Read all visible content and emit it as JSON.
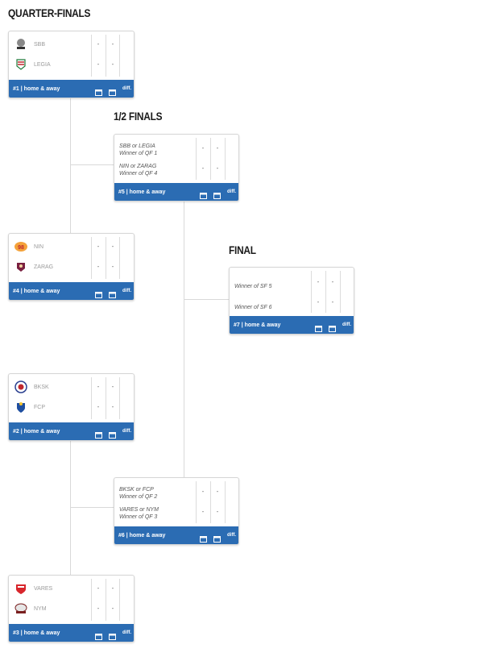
{
  "rounds": {
    "qf": "QUARTER-FINALS",
    "sf": "1/2 FINALS",
    "final": "FINAL"
  },
  "colors": {
    "accent": "#2b6cb3",
    "connector": "#d9d9d9"
  },
  "matches": {
    "qf1": {
      "teams": [
        {
          "name": "SBB",
          "icon": "sbb-logo-icon",
          "score1": "-",
          "score2": "-"
        },
        {
          "name": "LEGIA",
          "icon": "legia-logo-icon",
          "score1": "-",
          "score2": "-"
        }
      ],
      "footer": "#1 | home & away",
      "diff": "diff."
    },
    "qf4": {
      "teams": [
        {
          "name": "NIN",
          "icon": "nin-logo-icon",
          "score1": "-",
          "score2": "-"
        },
        {
          "name": "ZARAG",
          "icon": "zarag-logo-icon",
          "score1": "-",
          "score2": "-"
        }
      ],
      "footer": "#4 | home & away",
      "diff": "diff."
    },
    "qf2": {
      "teams": [
        {
          "name": "BKSK",
          "icon": "bksk-logo-icon",
          "score1": "-",
          "score2": "-"
        },
        {
          "name": "FCP",
          "icon": "fcp-logo-icon",
          "score1": "-",
          "score2": "-"
        }
      ],
      "footer": "#2 | home & away",
      "diff": "diff."
    },
    "qf3": {
      "teams": [
        {
          "name": "VARES",
          "icon": "vares-logo-icon",
          "score1": "-",
          "score2": "-"
        },
        {
          "name": "NYM",
          "icon": "nym-logo-icon",
          "score1": "-",
          "score2": "-"
        }
      ],
      "footer": "#3 | home & away",
      "diff": "diff."
    },
    "sf5": {
      "slots": [
        {
          "line1": "SBB or LEGIA",
          "line2": "Winner of QF 1",
          "score1": "-",
          "score2": "-"
        },
        {
          "line1": "NIN or ZARAG",
          "line2": "Winner of QF 4",
          "score1": "-",
          "score2": "-"
        }
      ],
      "footer": "#5 | home & away",
      "diff": "diff."
    },
    "sf6": {
      "slots": [
        {
          "line1": "BKSK or FCP",
          "line2": "Winner of QF 2",
          "score1": "-",
          "score2": "-"
        },
        {
          "line1": "VARES or NYM",
          "line2": "Winner of QF 3",
          "score1": "-",
          "score2": "-"
        }
      ],
      "footer": "#6 | home & away",
      "diff": "diff."
    },
    "final": {
      "slots": [
        {
          "line1": "Winner of SF 5",
          "score1": "-",
          "score2": "-"
        },
        {
          "line1": "Winner of SF 6",
          "score1": "-",
          "score2": "-"
        }
      ],
      "footer": "#7 | home & away",
      "diff": "diff."
    }
  }
}
